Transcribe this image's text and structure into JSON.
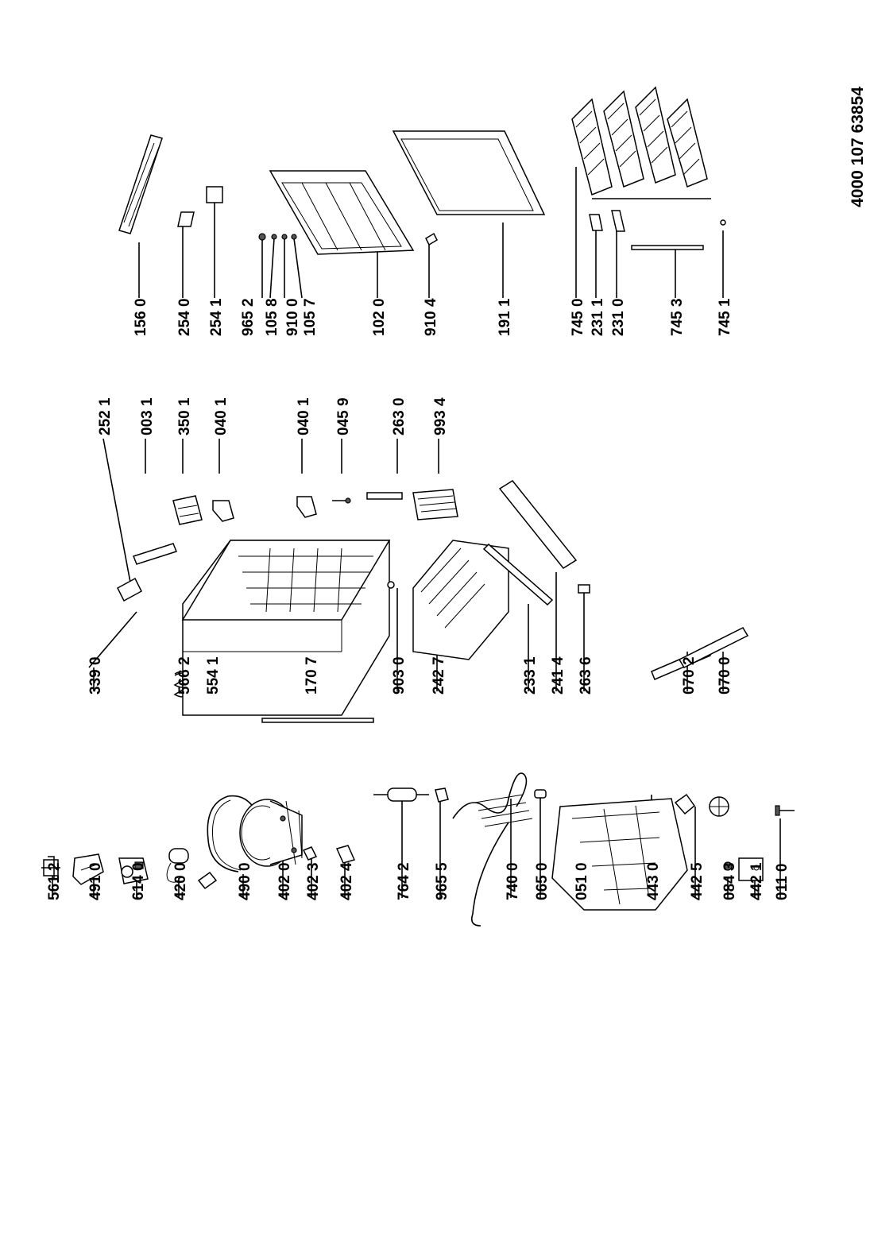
{
  "document_number": "4000 107 63854",
  "groups": {
    "compressor_parts": [
      "561 2",
      "491 0",
      "614 0",
      "420 0",
      "490 0",
      "402 0",
      "402 3",
      "402 4",
      "764 2",
      "965 5",
      "740 0",
      "065 0",
      "051 0",
      "443 0",
      "442 5",
      "084 3",
      "442 1",
      "011 0"
    ],
    "cabinet_parts": [
      "339 0",
      "566 2",
      "554 1",
      "170 7",
      "903 0",
      "242 7",
      "233 1",
      "241 4",
      "263 6",
      "070 2",
      "070 0"
    ],
    "upper_parts": [
      "252 1",
      "003 1",
      "350 1",
      "040 1",
      "040 1",
      "045 9",
      "263 0",
      "993 4"
    ],
    "lid_parts": [
      "156 0",
      "254 0",
      "254 1",
      "965 2",
      "105 8",
      "910 0",
      "105 7",
      "102 0",
      "910 4",
      "191 1"
    ],
    "basket_parts": [
      "745 0",
      "231 1",
      "231 0",
      "745 3",
      "745 1"
    ]
  }
}
